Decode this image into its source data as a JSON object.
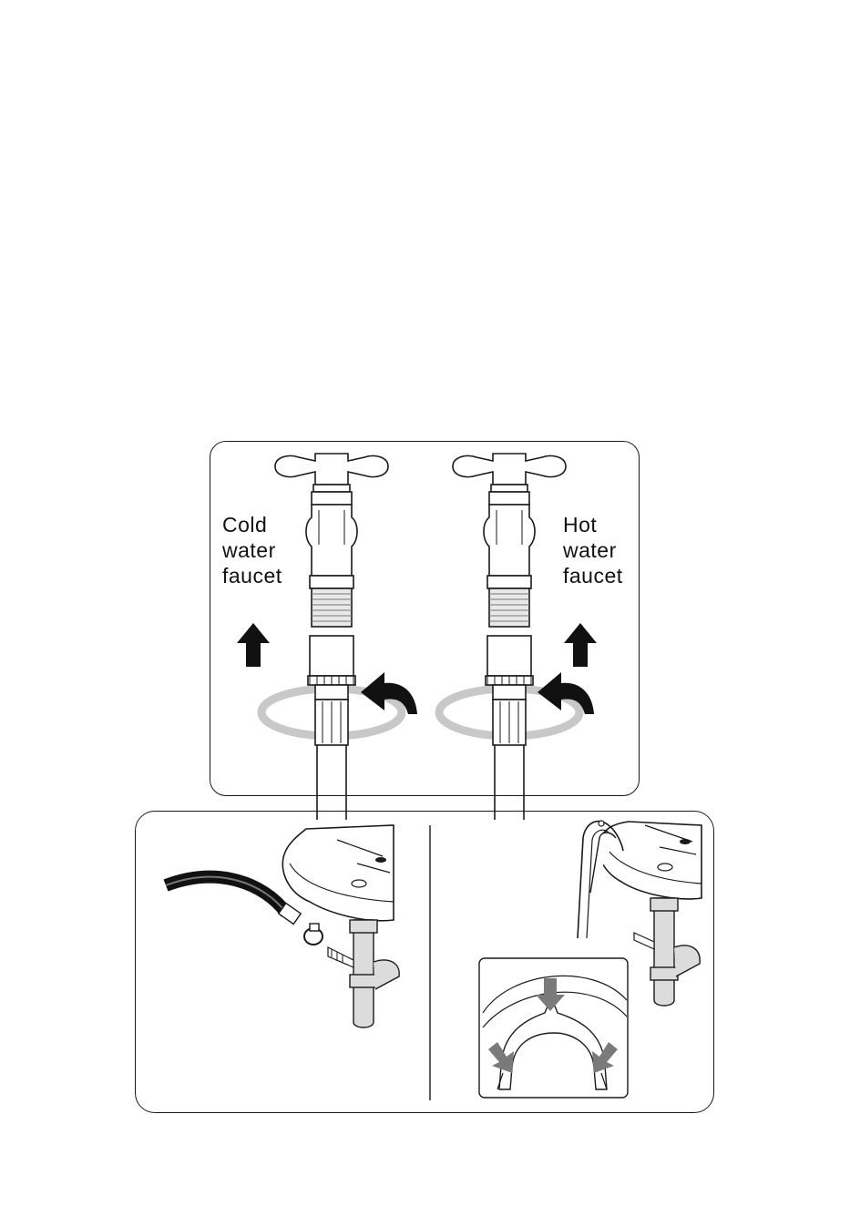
{
  "labels": {
    "cold": [
      "Cold",
      "water",
      "faucet"
    ],
    "hot": [
      "Hot",
      "water",
      "faucet"
    ]
  },
  "colors": {
    "line": "#1a1a1a",
    "rotation_ring": "#c8c8c8",
    "arrow_grey": "#7a7a7a",
    "pipe_fill": "#dcdcdc"
  },
  "icons": [
    "faucet-icon",
    "up-arrow-icon",
    "rotate-arrow-icon",
    "drain-hose-icon",
    "hose-clamp-icon",
    "sink-trap-icon",
    "u-hook-icon"
  ]
}
